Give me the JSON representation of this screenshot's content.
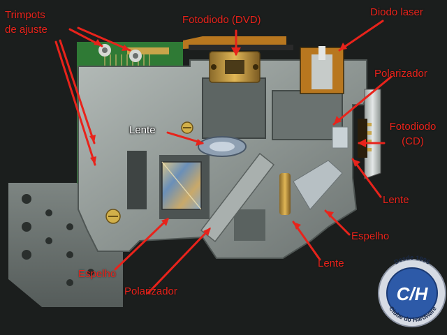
{
  "labels": {
    "trimpots_1": "Trimpots",
    "trimpots_2": "de ajuste",
    "fotodiodo_dvd": "Fotodiodo (DVD)",
    "diodo_laser": "Diodo laser",
    "polarizador_top": "Polarizador",
    "fotodiodo_cd_1": "Fotodiodo",
    "fotodiodo_cd_2": "(CD)",
    "lente_left": "Lente",
    "lente_right": "Lente",
    "espelho_right": "Espelho",
    "lente_bottom": "Lente",
    "espelho_left": "Espelho",
    "polarizador_bottom": "Polarizador"
  },
  "logo": {
    "since": "Desde 1996",
    "mark": "C/H",
    "name": "Clube do Hardware"
  },
  "colors": {
    "label_red": "#e8231b",
    "pcb_green": "#2f7a35",
    "metal": "#8e9693",
    "background": "#1b1e1d",
    "badge_blue": "#2d5aa8"
  }
}
